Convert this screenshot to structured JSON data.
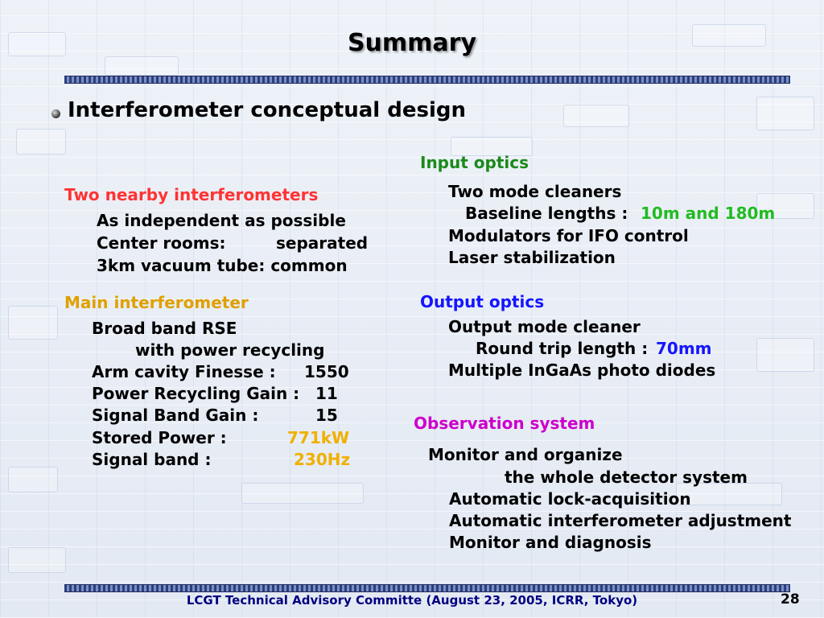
{
  "title": "Summary",
  "heading": "Interferometer conceptual design",
  "left": {
    "two_ifo": {
      "header": "Two nearby interferometers",
      "line1": "As independent as possible",
      "line2_label": "Center rooms:",
      "line2_value": "separated",
      "line3": "3km vacuum tube: common"
    },
    "main_ifo": {
      "header": "Main interferometer",
      "line1": "Broad band RSE",
      "line2": "with power recycling",
      "finesse_label": "Arm cavity Finesse :",
      "finesse_value": "1550",
      "prg_label": "Power Recycling Gain :",
      "prg_value": "11",
      "sbg_label": "Signal Band Gain :",
      "sbg_value": "15",
      "stored_label": "Stored Power :",
      "stored_value": "771kW",
      "band_label": "Signal band :",
      "band_value": "230Hz"
    }
  },
  "right": {
    "input": {
      "header": "Input optics",
      "line1": "Two mode cleaners",
      "baseline_label": "Baseline lengths :",
      "baseline_value": "10m and 180m",
      "line3": "Modulators for IFO control",
      "line4": "Laser stabilization"
    },
    "output": {
      "header": "Output optics",
      "line1": "Output mode cleaner",
      "rt_label": "Round trip length :",
      "rt_value": "70mm",
      "line3": "Multiple InGaAs photo diodes"
    },
    "observation": {
      "header": "Observation system",
      "line1": "Monitor and organize",
      "line2": "the whole detector system",
      "line3": "Automatic lock-acquisition",
      "line4": "Automatic interferometer adjustment",
      "line5": "Monitor and diagnosis"
    }
  },
  "footer": "LCGT  Technical Advisory Committe (August 23, 2005, ICRR, Tokyo)",
  "page_number": "28",
  "colors": {
    "two_ifo_header": "#ff3333",
    "main_ifo_header": "#e0a000",
    "input_header": "#1a8a1a",
    "output_header": "#1515ff",
    "observation_header": "#cc00cc",
    "footer": "#000080"
  }
}
